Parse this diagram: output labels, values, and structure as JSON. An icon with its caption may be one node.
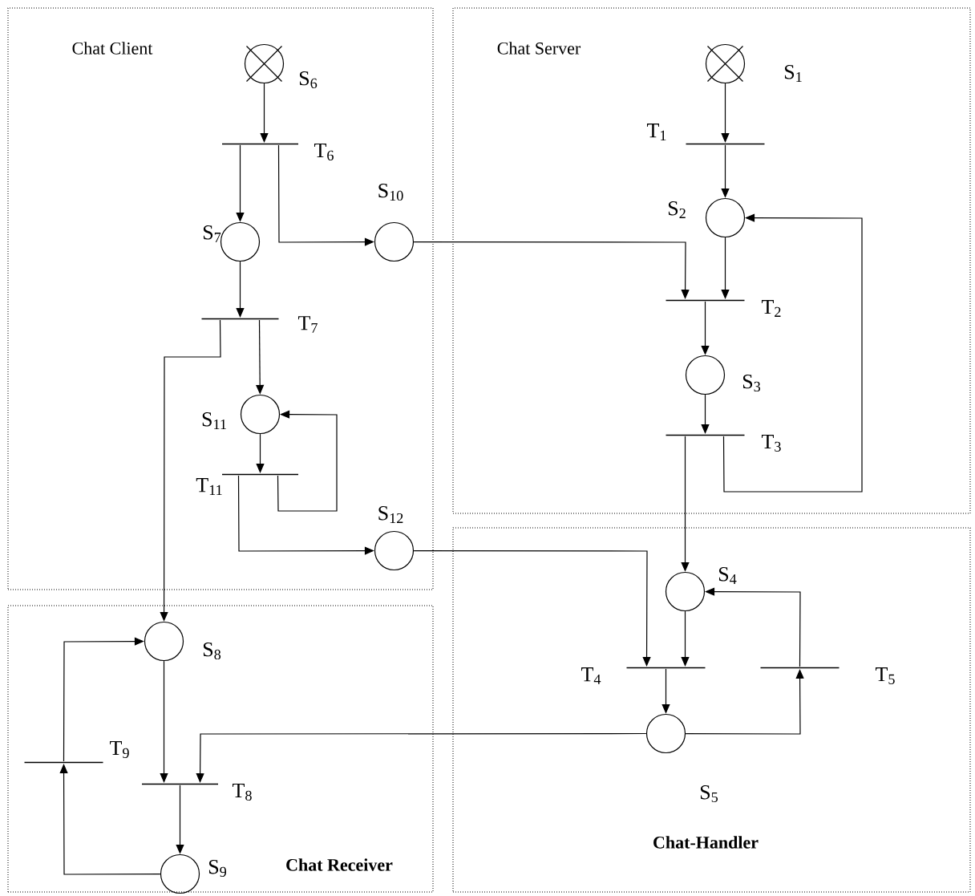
{
  "diagram": {
    "nodes": [
      {
        "text": [
          "Chat Client"
        ]
      },
      {
        "text": [],
        "shape": "circle",
        "beside": [
          "S$_{6}$"
        ],
        "in": 0
      },
      {
        "text": [],
        "shape": "bar",
        "beside": [
          "T$_{6}$"
        ],
        "in": 0
      },
      {
        "text": [],
        "shape": "circle",
        "beside": [
          "S$_{7}$"
        ],
        "in": 0
      },
      {
        "text": [],
        "shape": "circle",
        "beside": [
          "S$_{10}$"
        ],
        "in": 0
      },
      {
        "text": [],
        "shape": "bar",
        "beside": [
          "T$_{7}$"
        ],
        "in": 0
      },
      {
        "text": [],
        "shape": "circle",
        "beside": [
          "S$_{11}$"
        ],
        "in": 0
      },
      {
        "text": [],
        "shape": "bar",
        "beside": [
          "T$_{11}$"
        ],
        "in": 0
      },
      {
        "text": [],
        "shape": "circle",
        "beside": [
          "S$_{12}$"
        ],
        "in": 0
      },
      {
        "text": [
          "Chat Server"
        ]
      },
      {
        "text": [],
        "shape": "circle",
        "beside": [
          "S$_{1}$"
        ],
        "in": 9
      },
      {
        "text": [],
        "shape": "bar",
        "beside": [
          "T$_{1}$"
        ],
        "in": 9
      },
      {
        "text": [],
        "shape": "circle",
        "beside": [
          "S$_{2}$"
        ],
        "in": 9
      },
      {
        "text": [],
        "shape": "bar",
        "beside": [
          "T$_{2}$"
        ],
        "in": 9
      },
      {
        "text": [],
        "shape": "circle",
        "beside": [
          "S$_{3}$"
        ],
        "in": 9
      },
      {
        "text": [],
        "shape": "bar",
        "beside": [
          "T$_{3}$"
        ],
        "in": 9
      },
      {
        "text": [
          "Chat Receiver"
        ]
      },
      {
        "text": [],
        "shape": "circle",
        "beside": [
          "S$_{8}$"
        ],
        "in": 16
      },
      {
        "text": [],
        "shape": "bar",
        "beside": [
          "T$_{9}$"
        ],
        "in": 16
      },
      {
        "text": [],
        "shape": "bar",
        "beside": [
          "T$_{8}$"
        ],
        "in": 16
      },
      {
        "text": [],
        "shape": "circle",
        "beside": [
          "S$_{9}$"
        ],
        "in": 16
      },
      {
        "text": [
          "Chat-Handler"
        ]
      },
      {
        "text": [],
        "shape": "circle",
        "beside": [
          "S$_{4}$"
        ],
        "in": 21
      },
      {
        "text": [],
        "shape": "bar",
        "beside": [
          "T$_{4}$"
        ],
        "in": 21
      },
      {
        "text": [],
        "shape": "bar",
        "beside": [
          "T$_{5}$"
        ],
        "in": 21
      },
      {
        "text": [],
        "shape": "circle",
        "beside": [
          "S$_{5}$"
        ],
        "in": 21
      }
    ],
    "edges": [
      {
        "from": 1,
        "to": 2,
        "arrow": "to"
      },
      {
        "from": 2,
        "to": 3,
        "arrow": "to"
      },
      {
        "from": 2,
        "to": 4,
        "arrow": "to"
      },
      {
        "from": 3,
        "to": 5,
        "arrow": "to"
      },
      {
        "from": 5,
        "to": 6,
        "arrow": "to"
      },
      {
        "from": 5,
        "to": 17,
        "arrow": "to"
      },
      {
        "from": 6,
        "to": 7,
        "arrow": "to"
      },
      {
        "from": 7,
        "to": 6,
        "arrow": "to"
      },
      {
        "from": 7,
        "to": 8,
        "arrow": "to"
      },
      {
        "from": 4,
        "to": 13,
        "arrow": "to"
      },
      {
        "from": 10,
        "to": 11,
        "arrow": "to"
      },
      {
        "from": 11,
        "to": 12,
        "arrow": "to"
      },
      {
        "from": 12,
        "to": 13,
        "arrow": "to"
      },
      {
        "from": 13,
        "to": 14,
        "arrow": "to"
      },
      {
        "from": 14,
        "to": 15,
        "arrow": "to"
      },
      {
        "from": 15,
        "to": 12,
        "arrow": "to"
      },
      {
        "from": 15,
        "to": 22,
        "arrow": "to"
      },
      {
        "from": 8,
        "to": 23,
        "arrow": "to"
      },
      {
        "from": 22,
        "to": 23,
        "arrow": "to"
      },
      {
        "from": 23,
        "to": 25,
        "arrow": "to"
      },
      {
        "from": 25,
        "to": 24,
        "arrow": "to"
      },
      {
        "from": 24,
        "to": 22,
        "arrow": "to"
      },
      {
        "from": 25,
        "to": 19,
        "arrow": "to"
      },
      {
        "from": 17,
        "to": 19,
        "arrow": "to"
      },
      {
        "from": 19,
        "to": 20,
        "arrow": "to"
      },
      {
        "from": 20,
        "to": 18,
        "arrow": "to"
      },
      {
        "from": 18,
        "to": 17,
        "arrow": "to"
      }
    ]
  }
}
